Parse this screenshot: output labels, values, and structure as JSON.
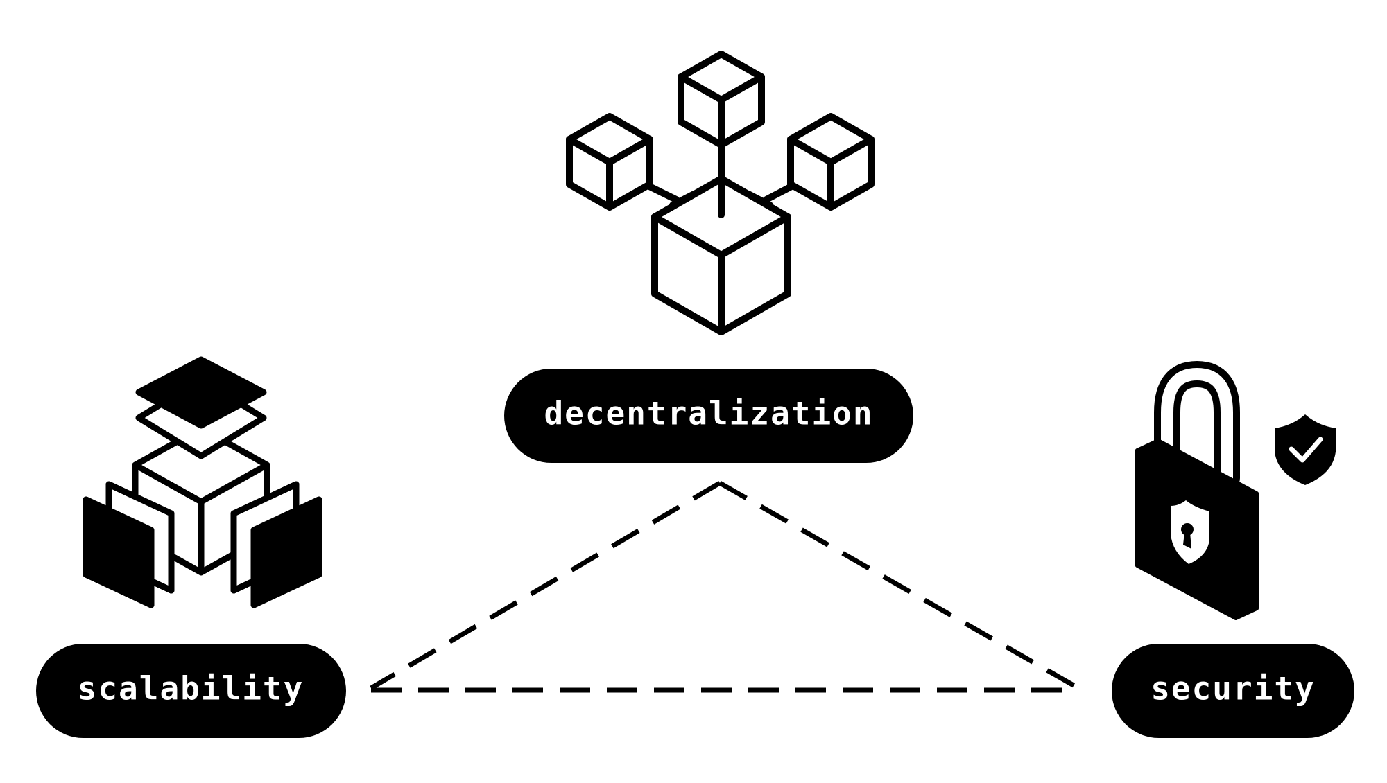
{
  "colors": {
    "ink": "#000000",
    "paper": "#ffffff"
  },
  "nodes": {
    "decentralization": {
      "label": "decentralization",
      "icon": "blockchain-network-icon"
    },
    "scalability": {
      "label": "scalability",
      "icon": "layered-stack-icon"
    },
    "security": {
      "label": "security",
      "icon": "padlock-shield-icon"
    }
  }
}
